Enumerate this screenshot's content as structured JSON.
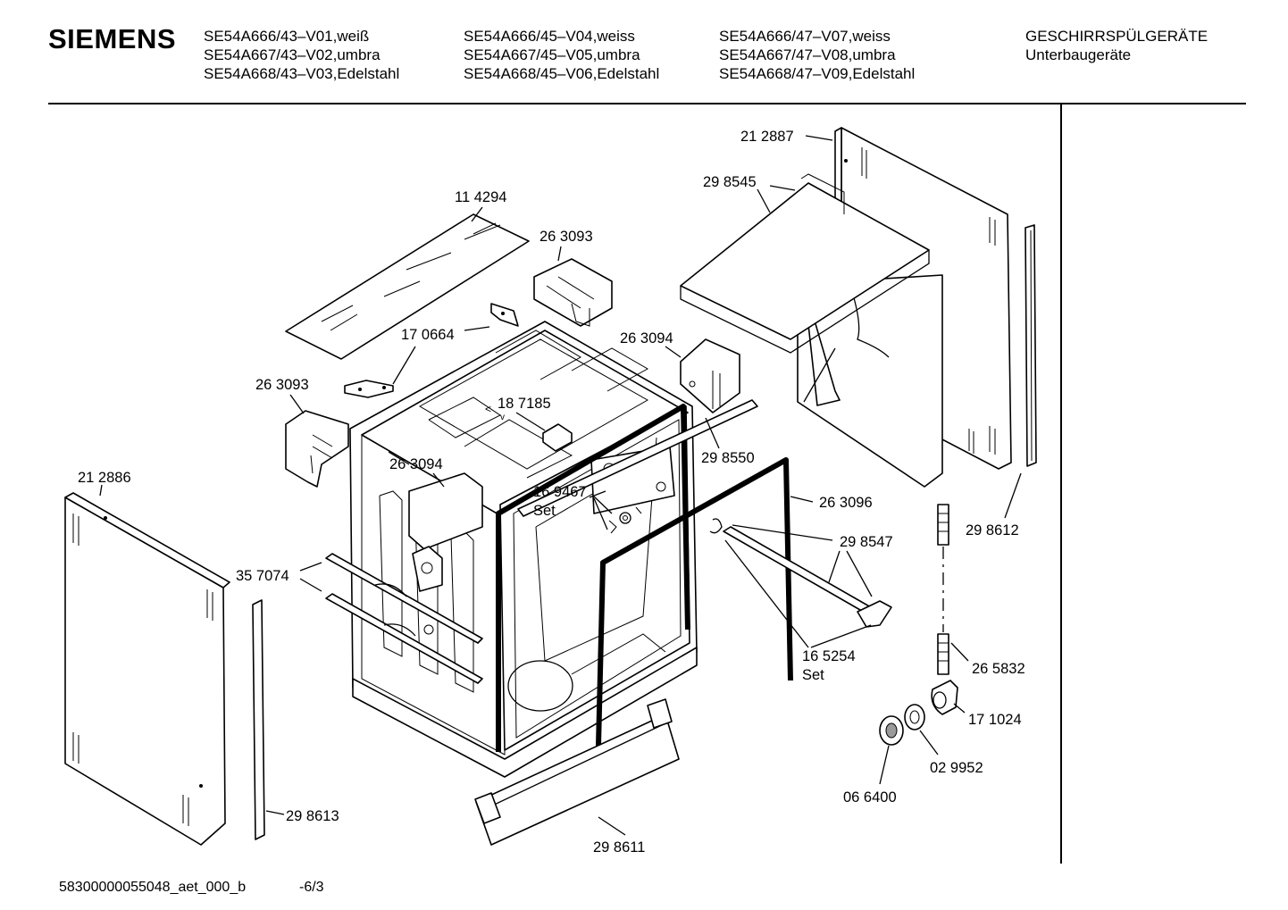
{
  "header": {
    "brand": "SIEMENS",
    "models": [
      [
        "SE54A666/43–V01,weiß",
        "SE54A667/43–V02,umbra",
        "SE54A668/43–V03,Edelstahl"
      ],
      [
        "SE54A666/45–V04,weiss",
        "SE54A667/45–V05,umbra",
        "SE54A668/45–V06,Edelstahl"
      ],
      [
        "SE54A666/47–V07,weiss",
        "SE54A667/47–V08,umbra",
        "SE54A668/47–V09,Edelstahl"
      ]
    ],
    "category": "GESCHIRRSPÜLGERÄTE",
    "subcategory": "Unterbaugeräte"
  },
  "parts": {
    "p212887": "21 2887",
    "p298545": "29 8545",
    "p114294": "11 4294",
    "p263093a": "26 3093",
    "p170664": "17 0664",
    "p263094a": "26 3094",
    "p263093b": "26 3093",
    "p187185": "18 7185",
    "p298550": "29 8550",
    "p263094b": "26 3094",
    "p169467": "16 9467",
    "p169467set": "Set",
    "p263096": "26 3096",
    "p298612": "29 8612",
    "p212886": "21 2886",
    "p298547": "29 8547",
    "p357074": "35 7074",
    "p165254": "16 5254",
    "p165254set": "Set",
    "p265832": "26 5832",
    "p171024": "17 1024",
    "p029952": "02 9952",
    "p066400": "06 6400",
    "p298613": "29 8613",
    "p298611": "29 8611"
  },
  "footer": {
    "doc_id": "58300000055048_aet_000_b",
    "page": "-6/3"
  }
}
